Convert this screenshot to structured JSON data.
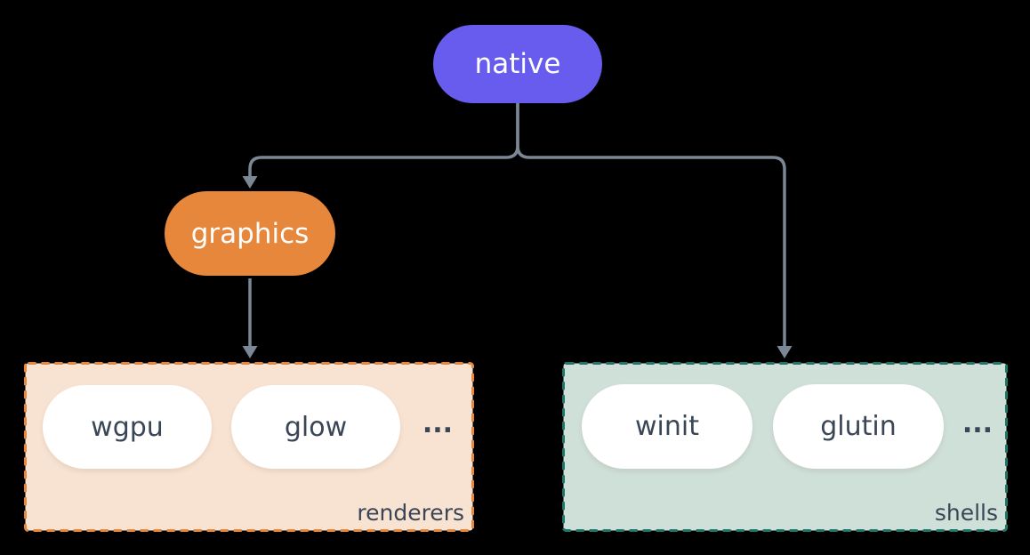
{
  "colors": {
    "background": "#000000",
    "connector": "#7B8794",
    "native_fill": "#675CEE",
    "graphics_fill": "#E6873C",
    "renderers_fill": "#F8E3D2",
    "renderers_border": "#E6873C",
    "shells_fill": "#CFE0D9",
    "shells_border": "#1F7568",
    "item_pill_fill": "#FFFFFF",
    "dark_text": "#3A4655",
    "light_text": "#FFFFFF"
  },
  "nodes": {
    "native": {
      "label": "native"
    },
    "graphics": {
      "label": "graphics"
    }
  },
  "groups": {
    "renderers": {
      "label": "renderers",
      "items": [
        "wgpu",
        "glow"
      ],
      "ellipsis": "..."
    },
    "shells": {
      "label": "shells",
      "items": [
        "winit",
        "glutin"
      ],
      "ellipsis": "..."
    }
  },
  "edges": [
    {
      "from": "native",
      "to": "graphics"
    },
    {
      "from": "native",
      "to": "shells"
    },
    {
      "from": "graphics",
      "to": "renderers"
    }
  ]
}
